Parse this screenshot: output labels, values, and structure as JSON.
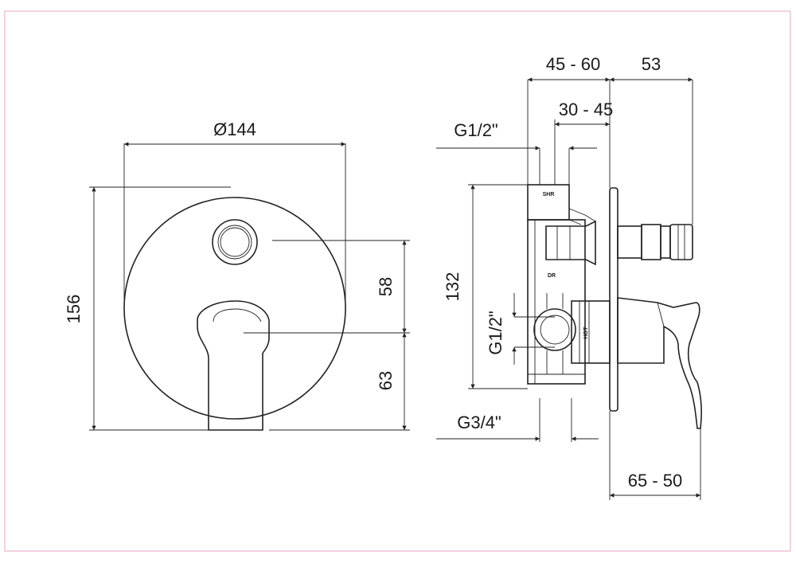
{
  "front_view": {
    "diameter_label": "Ø144",
    "height_label": "156",
    "upper_offset_label": "58",
    "lower_offset_label": "63"
  },
  "side_view": {
    "depth_range_label": "45 - 60",
    "lever_depth_label": "53",
    "inner_range_label": "30 - 45",
    "shower_outlet_label": "G1/2\"",
    "body_height_label": "132",
    "side_outlet_label": "G1/2\"",
    "inlet_label": "G3/4\"",
    "projection_label": "65 - 50",
    "shower_tag": "SHR",
    "diverter_tag": "DR",
    "hot_tag": "HOT"
  },
  "colors": {
    "line": "#222222",
    "frame": "#e8a6c0"
  }
}
